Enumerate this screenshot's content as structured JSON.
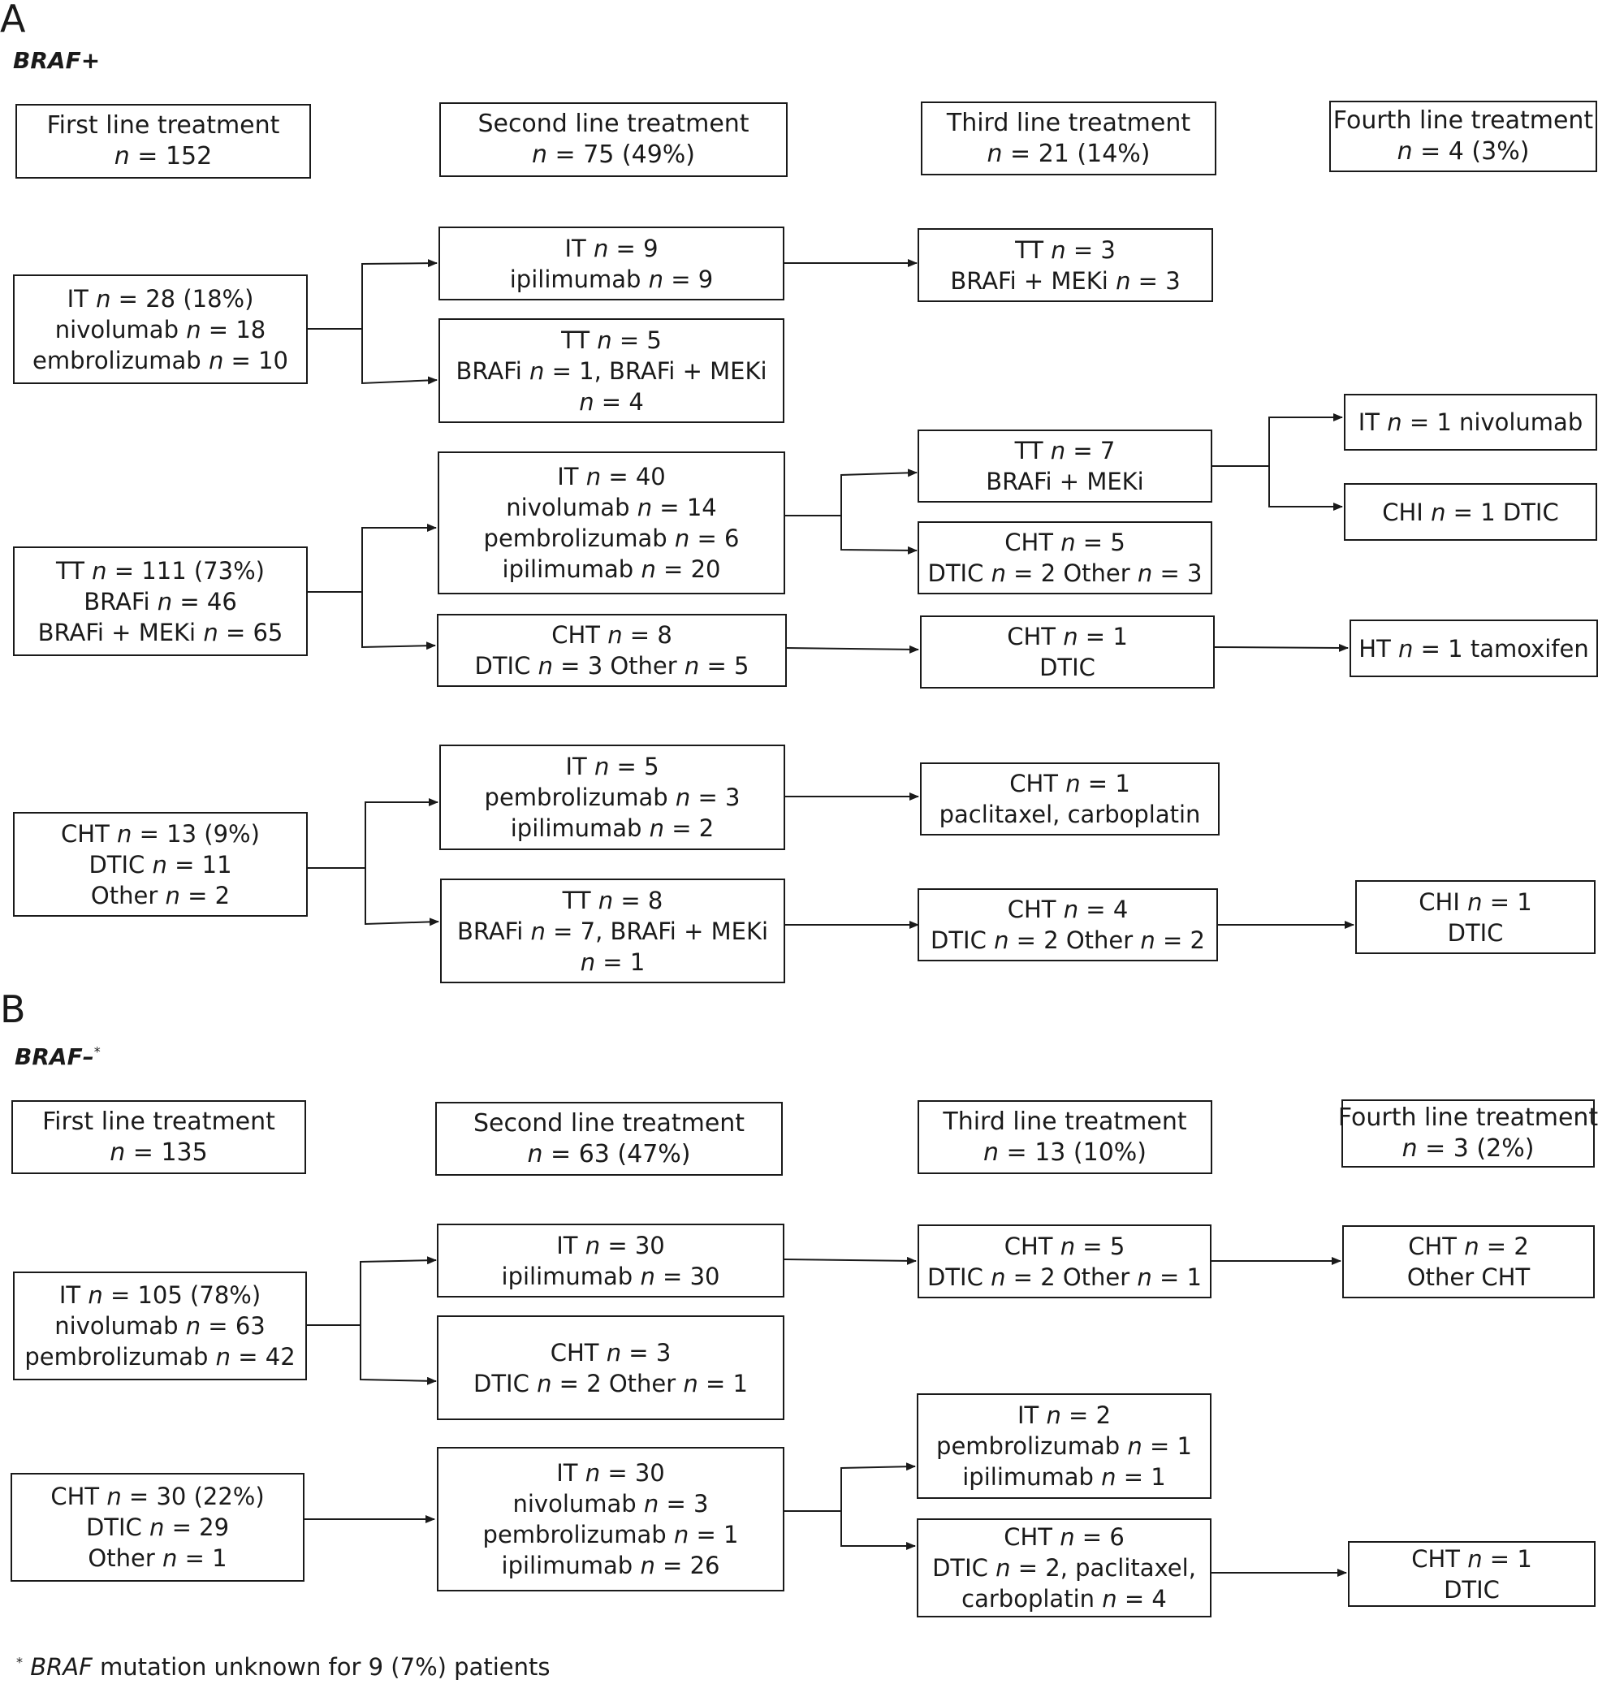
{
  "panelA": {
    "letter": "A",
    "title": "BRAF+",
    "headers": [
      {
        "name": "First line treatment",
        "n": "n = 152"
      },
      {
        "name": "Second line treatment",
        "n": "n = 75 (49%)"
      },
      {
        "name": "Third line treatment",
        "n": "n = 21 (14%)"
      },
      {
        "name": "Fourth line treatment",
        "n": "n = 4 (3%)"
      }
    ],
    "nodes": {
      "first_it": [
        "IT n = 28 (18%)",
        "nivolumab n = 18",
        "embrolizumab n = 10"
      ],
      "first_tt": [
        "TT n = 111 (73%)",
        "BRAFi n = 46",
        "BRAFi + MEKi n = 65"
      ],
      "first_cht": [
        "CHT n = 13 (9%)",
        "DTIC n = 11",
        "Other n = 2"
      ],
      "second_it_a": [
        "IT n = 9",
        "ipilimumab n = 9"
      ],
      "second_tt_a": [
        "TT n = 5",
        "BRAFi n = 1, BRAFi + MEKi",
        "n = 4"
      ],
      "second_it_b": [
        "IT n = 40",
        "nivolumab n = 14",
        "pembrolizumab n = 6",
        "ipilimumab n = 20"
      ],
      "second_cht_b": [
        "CHT n = 8",
        "DTIC n = 3 Other n = 5"
      ],
      "second_it_c": [
        "IT n = 5",
        "pembrolizumab n = 3",
        "ipilimumab n = 2"
      ],
      "second_tt_c": [
        "TT n = 8",
        "BRAFi n = 7, BRAFi + MEKi",
        "n = 1"
      ],
      "third_tt_a": [
        "TT n = 3",
        "BRAFi + MEKi n = 3"
      ],
      "third_tt_b": [
        "TT n = 7",
        "BRAFi + MEKi"
      ],
      "third_cht_b": [
        "CHT n = 5",
        "DTIC n = 2  Other n = 3"
      ],
      "third_cht_b2": [
        "CHT n = 1",
        "DTIC"
      ],
      "third_cht_c": [
        "CHT n = 1",
        "paclitaxel, carboplatin"
      ],
      "third_cht_c2": [
        "CHT n = 4",
        "DTIC n = 2 Other n = 2"
      ],
      "fourth_it": [
        "IT n = 1 nivolumab"
      ],
      "fourth_chi_a": [
        "CHI n = 1 DTIC"
      ],
      "fourth_ht": [
        "HT n = 1 tamoxifen"
      ],
      "fourth_chi_c": [
        "CHI n = 1",
        "DTIC"
      ]
    }
  },
  "panelB": {
    "letter": "B",
    "title": "BRAF–",
    "title_mark": "*",
    "headers": [
      {
        "name": "First line treatment",
        "n": "n = 135"
      },
      {
        "name": "Second line treatment",
        "n": "n = 63 (47%)"
      },
      {
        "name": "Third line treatment",
        "n": "n = 13 (10%)"
      },
      {
        "name": "Fourth line treatment",
        "n": "n = 3 (2%)"
      }
    ],
    "nodes": {
      "first_it": [
        "IT n = 105 (78%)",
        "nivolumab n = 63",
        "pembrolizumab n = 42"
      ],
      "first_cht": [
        "CHT n = 30 (22%)",
        "DTIC n = 29",
        "Other n = 1"
      ],
      "second_it_a": [
        "IT n = 30",
        "ipilimumab n = 30"
      ],
      "second_cht_a": [
        "CHT n = 3",
        "DTIC n = 2 Other n = 1"
      ],
      "second_it_b": [
        "IT n = 30",
        "nivolumab n = 3",
        "pembrolizumab n = 1",
        "ipilimumab n = 26"
      ],
      "third_cht_a": [
        "CHT n = 5",
        "DTIC n = 2 Other n = 1"
      ],
      "third_it_b": [
        "IT n = 2",
        "pembrolizumab n = 1",
        "ipilimumab n = 1"
      ],
      "third_cht_b": [
        "CHT n = 6",
        "DTIC n = 2, paclitaxel,",
        "carboplatin n = 4"
      ],
      "fourth_cht_a": [
        "CHT n = 2",
        "Other CHT"
      ],
      "fourth_cht_b": [
        "CHT n = 1",
        "DTIC"
      ]
    }
  },
  "footnote": {
    "mark": "*",
    "gene": "BRAF",
    "text": " mutation unknown for 9 (7%) patients"
  }
}
